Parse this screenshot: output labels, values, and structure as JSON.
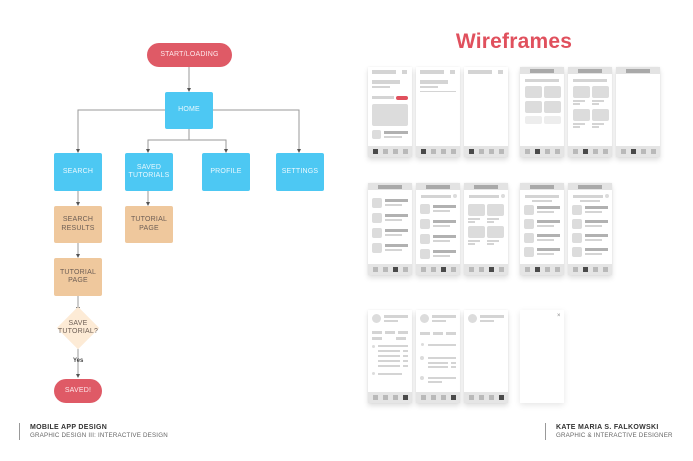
{
  "flowchart": {
    "nodes": {
      "start": "START/LOADING",
      "home": "HOME",
      "search": "SEARCH",
      "saved_tutorials": "SAVED TUTORIALS",
      "profile": "PROFILE",
      "settings": "SETTINGS",
      "search_results": "SEARCH RESULTS",
      "tutorial_page_saved": "TUTORIAL PAGE",
      "tutorial_page_search": "TUTORIAL PAGE",
      "save_tutorial": "SAVE TUTORIAL?",
      "saved": "SAVED!"
    },
    "edge_labels": {
      "yes": "Yes"
    },
    "colors": {
      "terminal": "#df5a66",
      "process": "#4dc8f3",
      "subprocess": "#efc89d",
      "decision": "#fdebd6",
      "connector": "#9a9a9a"
    }
  },
  "wireframes": {
    "title": "Wireframes",
    "title_color": "#e0505d",
    "rows": [
      {
        "screens": [
          {
            "type": "home",
            "active_tab": 0
          },
          {
            "type": "home-partial",
            "active_tab": 0
          },
          {
            "type": "home-empty",
            "active_tab": 0
          },
          {
            "type": "grid-header",
            "active_tab": 1
          },
          {
            "type": "grid-captioned",
            "active_tab": 1
          },
          {
            "type": "blank-header",
            "active_tab": 1
          }
        ]
      },
      {
        "screens": [
          {
            "type": "list",
            "active_tab": 2
          },
          {
            "type": "list-search",
            "active_tab": 2
          },
          {
            "type": "grid-search",
            "active_tab": 2
          },
          {
            "type": "list-subtitle",
            "active_tab": 1
          },
          {
            "type": "list-subtitle-search",
            "active_tab": 1
          }
        ]
      },
      {
        "screens": [
          {
            "type": "profile-full",
            "active_tab": 3
          },
          {
            "type": "profile-list",
            "active_tab": 3
          },
          {
            "type": "profile-empty",
            "active_tab": 3
          },
          {
            "type": "modal-blank",
            "close_icon": "×"
          }
        ]
      }
    ]
  },
  "footer": {
    "left": {
      "title": "MOBILE APP DESIGN",
      "subtitle": "GRAPHIC DESIGN III: INTERACTIVE DESIGN"
    },
    "right": {
      "title": "KATE MARIA S. FALKOWSKI",
      "subtitle": "GRAPHIC & INTERACTIVE DESIGNER"
    }
  }
}
